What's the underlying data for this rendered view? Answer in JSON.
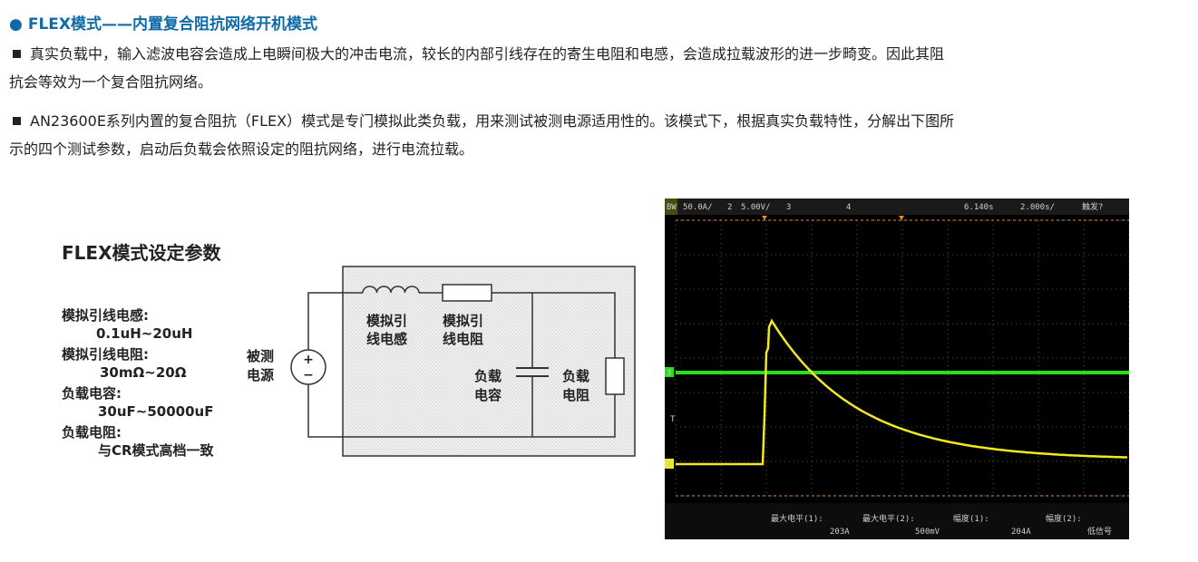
{
  "heading": {
    "bullet": "●",
    "text": "FLEX模式——内置复合阻抗网络开机模式"
  },
  "paragraphs": [
    {
      "line1": "真实负载中，输入滤波电容会造成上电瞬间极大的冲击电流，较长的内部引线存在的寄生电阻和电感，会造成拉载波形的进一步畸变。因此其阻",
      "line2": "抗会等效为一个复合阻抗网络。"
    },
    {
      "line1": "AN23600E系列内置的复合阻抗（FLEX）模式是专门模拟此类负载，用来测试被测电源适用性的。该模式下，根据真实负载特性，分解出下图所",
      "line2": "示的四个测试参数，启动后负载会依照设定的阻抗网络，进行电流拉载。"
    }
  ],
  "diagram": {
    "title": "FLEX模式设定参数",
    "params": [
      {
        "name": "模拟引线电感:",
        "range": "0.1uH~20uH"
      },
      {
        "name": "模拟引线电阻:",
        "range": "30mΩ~20Ω"
      },
      {
        "name": "负载电容:",
        "range": "30uF~50000uF"
      },
      {
        "name": "负载电阻:",
        "range": "与CR模式高档一致"
      }
    ],
    "source_label_1": "被测",
    "source_label_2": "电源",
    "inductor_label_1": "模拟引",
    "inductor_label_2": "线电感",
    "resistor_label_1": "模拟引",
    "resistor_label_2": "线电阻",
    "capacitor_label_1": "负载",
    "capacitor_label_2": "电容",
    "load_label_1": "负载",
    "load_label_2": "电阻",
    "plus": "+",
    "minus": "−"
  },
  "scope": {
    "header": {
      "ch1_tag": "BW",
      "ch1_scale": "50.0A/",
      "ch2_num": "2",
      "ch2_scale": "5.00V/",
      "ch3_num": "3",
      "ch4_num": "4",
      "time_pos": "6.140s",
      "time_scale": "2.000s/",
      "trigger": "触发?"
    },
    "markers": {
      "ch3_left": "3",
      "trig_left": "T",
      "ch1_left": "1"
    },
    "measurements": [
      {
        "label": "最大电平(1):",
        "value": "203A"
      },
      {
        "label": "最大电平(2):",
        "value": "500mV"
      },
      {
        "label": "幅度(1):",
        "value": "204A"
      },
      {
        "label": "幅度(2):",
        "value": "低信号"
      }
    ],
    "colors": {
      "ch1": "#f2e81e",
      "ch2": "#27e01a",
      "ch3": "#4a78ff",
      "ch4": "#e0221a",
      "grid": "#555555",
      "trigger_marker": "#f08a1a"
    }
  }
}
